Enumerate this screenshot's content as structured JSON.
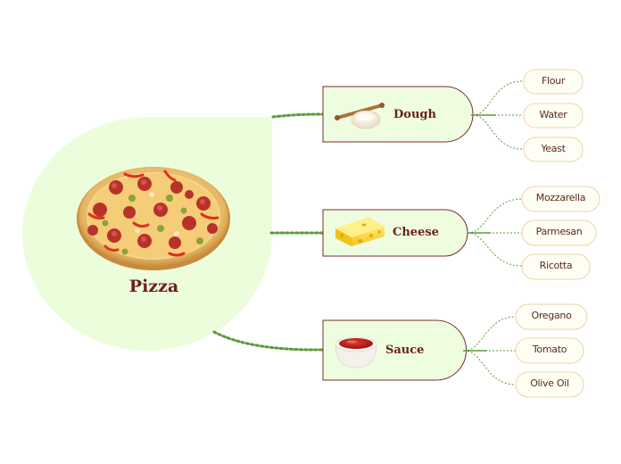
{
  "colors": {
    "root_fill": "#ecfddc",
    "node_fill": "#eefde0",
    "node_border": "#7a2a2a",
    "leaf_fill": "#fffef5",
    "leaf_border": "#ead6a8",
    "connector": "#6aa84f",
    "label_text": "#6b1f1f"
  },
  "root": {
    "label": "Pizza",
    "icon": "pizza-icon"
  },
  "branches": [
    {
      "label": "Dough",
      "icon": "dough-rolling-pin-icon",
      "leaves": [
        "Flour",
        "Water",
        "Yeast"
      ]
    },
    {
      "label": "Cheese",
      "icon": "cheese-wedge-icon",
      "leaves": [
        "Mozzarella",
        "Parmesan",
        "Ricotta"
      ]
    },
    {
      "label": "Sauce",
      "icon": "tomato-sauce-bowl-icon",
      "leaves": [
        "Oregano",
        "Tomato",
        "Olive Oil"
      ]
    }
  ]
}
